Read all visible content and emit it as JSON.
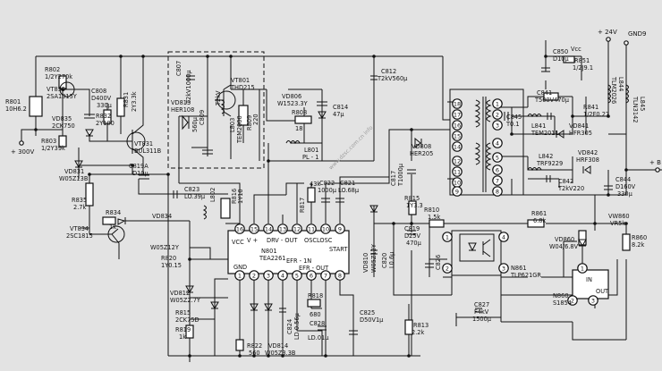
{
  "components": {
    "r801": "R801",
    "r801v": "10H6.2",
    "r802": "R802",
    "r802v": "1/2Y270k",
    "vt835": "VT835",
    "vt835v": "2SA1015Y",
    "vd835": "VD835",
    "vd835v": "2CK750",
    "r803": "R803",
    "r803v": "1/2Y39k",
    "v300": "+ 300V",
    "vd831": "VD831",
    "vd831v": "W05Z13B",
    "c808": "C808",
    "c808v1": "D400V",
    "c808v2": "330μ",
    "r832": "R832",
    "r832v": "2Y100",
    "r831": "R831",
    "r831v": "2Y3.3k",
    "vt831": "VT831",
    "vt831v": "BUL311B",
    "c819a": "C819A",
    "c819av": "D10μ",
    "r835": "R835",
    "r835v": "2.7k",
    "vt834": "VT834",
    "vt834v": "2SC1815",
    "r834": "R834",
    "r834v": "1k",
    "vd834": "VD834",
    "vd834v": "W05Z12Y",
    "r820": "R820",
    "r820v": "1Y0.15",
    "vd812": "VD812",
    "vd812v": "W05Z2.7Y",
    "r815b": "R815",
    "r815bv": "2CK75D",
    "r819": "R819",
    "r819v": "1k",
    "r822": "R822",
    "r822v": "560",
    "vd814": "VD814",
    "vd814v": "W05Z3.3B",
    "c824": "C824",
    "c824v": "LD 0.56μ",
    "c823": "C823",
    "c823v": "LO.39μ",
    "l802": "L802",
    "r816": "R816",
    "r816v": "1Y10",
    "c807": "C807",
    "c807v": "T2kV1000μ",
    "vd813": "VD813",
    "vd813v": "HER108",
    "c809": "C809",
    "c809v": "560μ",
    "vt801": "VT801",
    "vt801v": "THD215",
    "t2kv": "T2kV",
    "l803": "L803",
    "l803v": "TEM2000",
    "r809": "R809",
    "r809v": "220",
    "vd806": "VD806",
    "vd806v": "W1523.3Y",
    "r808": "R808",
    "r808v": "18",
    "c814": "C814",
    "c814v": "47μ",
    "l801": "L801",
    "l801v": "PL - 1",
    "c812": "C812",
    "c812v": "T2kV560μ",
    "r817": "R817",
    "r817v": "43k",
    "c822": "C822",
    "c822v": "1000μ",
    "c821": "C821",
    "c821v": "LO.68μ",
    "n801": "N801",
    "n801v": "TEA2261",
    "vcc": "VCC",
    "vplus": "V +",
    "drvout": "DRV - OUT",
    "oscloc": "OSCLOSC",
    "start": "START",
    "efr1n": "EFR - 1N",
    "efrout": "EFR - OUT",
    "gnd": "GND",
    "r818": "R818",
    "r818v": "680",
    "c828": "C828",
    "c828v": "LD.01μ",
    "c825": "C825",
    "c825v": "D50V1μ",
    "c817": "C817",
    "c817v": "T1000μ",
    "vd808": "VD808",
    "vd808v": "HER205",
    "r815": "R815",
    "r815v": "1Y3.3",
    "vd810": "VD810",
    "vd810v": "W05Z12Y",
    "c819": "C819",
    "c819v1": "D25V",
    "c819v2": "470μ",
    "c820": "C820",
    "c820v": "L0.6μ",
    "r813": "R813",
    "r813v": "2.2k",
    "r810": "R810",
    "r810v": "1.5k",
    "c826": "C826",
    "c827": "C827",
    "c827v1": "F4kV",
    "c827v2": "1500μ",
    "n861": "N861",
    "n861v": "TLP621GR",
    "c845": "C845",
    "c845v": "T0.1",
    "c841": "C841",
    "c841v": "T500V470μ",
    "l841": "L841",
    "l841v": "TEM2011",
    "vd841": "VD841",
    "vd841v": "HFR305",
    "r841": "R841",
    "r841v": "1/2F0.27",
    "l842": "L842",
    "l842v": "TRF9229",
    "vd842": "VD842",
    "vd842v": "HRF308",
    "c842": "C842",
    "c842v": "T2kV220",
    "c844": "C844",
    "c844v1": "D160V",
    "c844v2": "330μ",
    "c850": "C850",
    "c850v": "D10μ",
    "r851": "R851",
    "r851v": "1/2J9.1",
    "vcc2": "Vcc",
    "v24": "+ 24V",
    "gnd9": "GND9",
    "l844": "L844",
    "l844v": "TLM2026",
    "l845": "L845",
    "l845v": "TLN3142",
    "r861": "R861",
    "r861v": "6.8k",
    "vw860": "VW860",
    "vw860v": "VR5k",
    "vd860": "VD860",
    "vd860v": "W04/6.8V",
    "r860": "R860",
    "r860v": "8.2k",
    "n860": "N860",
    "n860v": "S1854",
    "in": "IN",
    "out": "OUT",
    "bplus": "+ B",
    "watermark": "www.dzsc.com.cn info"
  },
  "ic_pins": {
    "n801_top": [
      "16",
      "15",
      "14",
      "13",
      "12",
      "11",
      "10",
      "9"
    ],
    "n801_bottom": [
      "1",
      "2",
      "3",
      "4",
      "5",
      "6",
      "7",
      "8"
    ],
    "transformer": [
      "18",
      "17",
      "16",
      "15",
      "14",
      "12",
      "11",
      "10",
      "9",
      "8",
      "7",
      "6",
      "5",
      "4",
      "3",
      "2",
      "1"
    ],
    "n861": [
      "1",
      "2",
      "3",
      "4"
    ],
    "n860": [
      "1",
      "2",
      "3"
    ]
  }
}
